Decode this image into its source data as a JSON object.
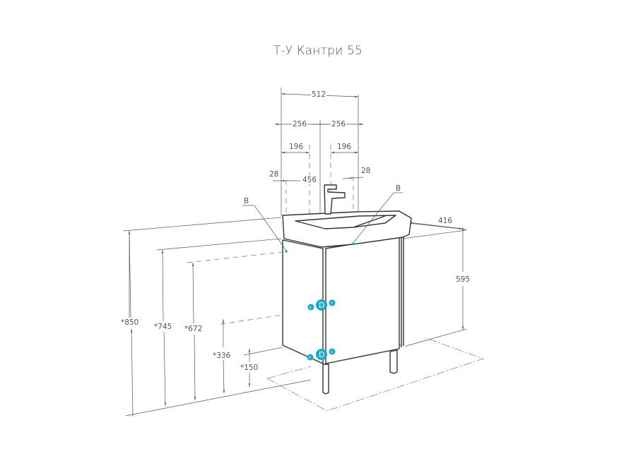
{
  "title": "Т-У Кантри 55",
  "dimensions": {
    "width_total": "512",
    "half_left": "256",
    "half_right": "256",
    "offset_left": "196",
    "offset_right": "196",
    "margin_left": "28",
    "inner_width": "456",
    "margin_right": "28",
    "depth": "416",
    "cabinet_height": "595",
    "height_850": "*850",
    "height_745": "*745",
    "height_672": "*672",
    "height_336": "*336",
    "height_150": "*150"
  },
  "callouts": {
    "left": "B",
    "right": "B"
  },
  "markers": {
    "large_label": "D",
    "small_label": "c",
    "color": "#1aa6cf"
  }
}
